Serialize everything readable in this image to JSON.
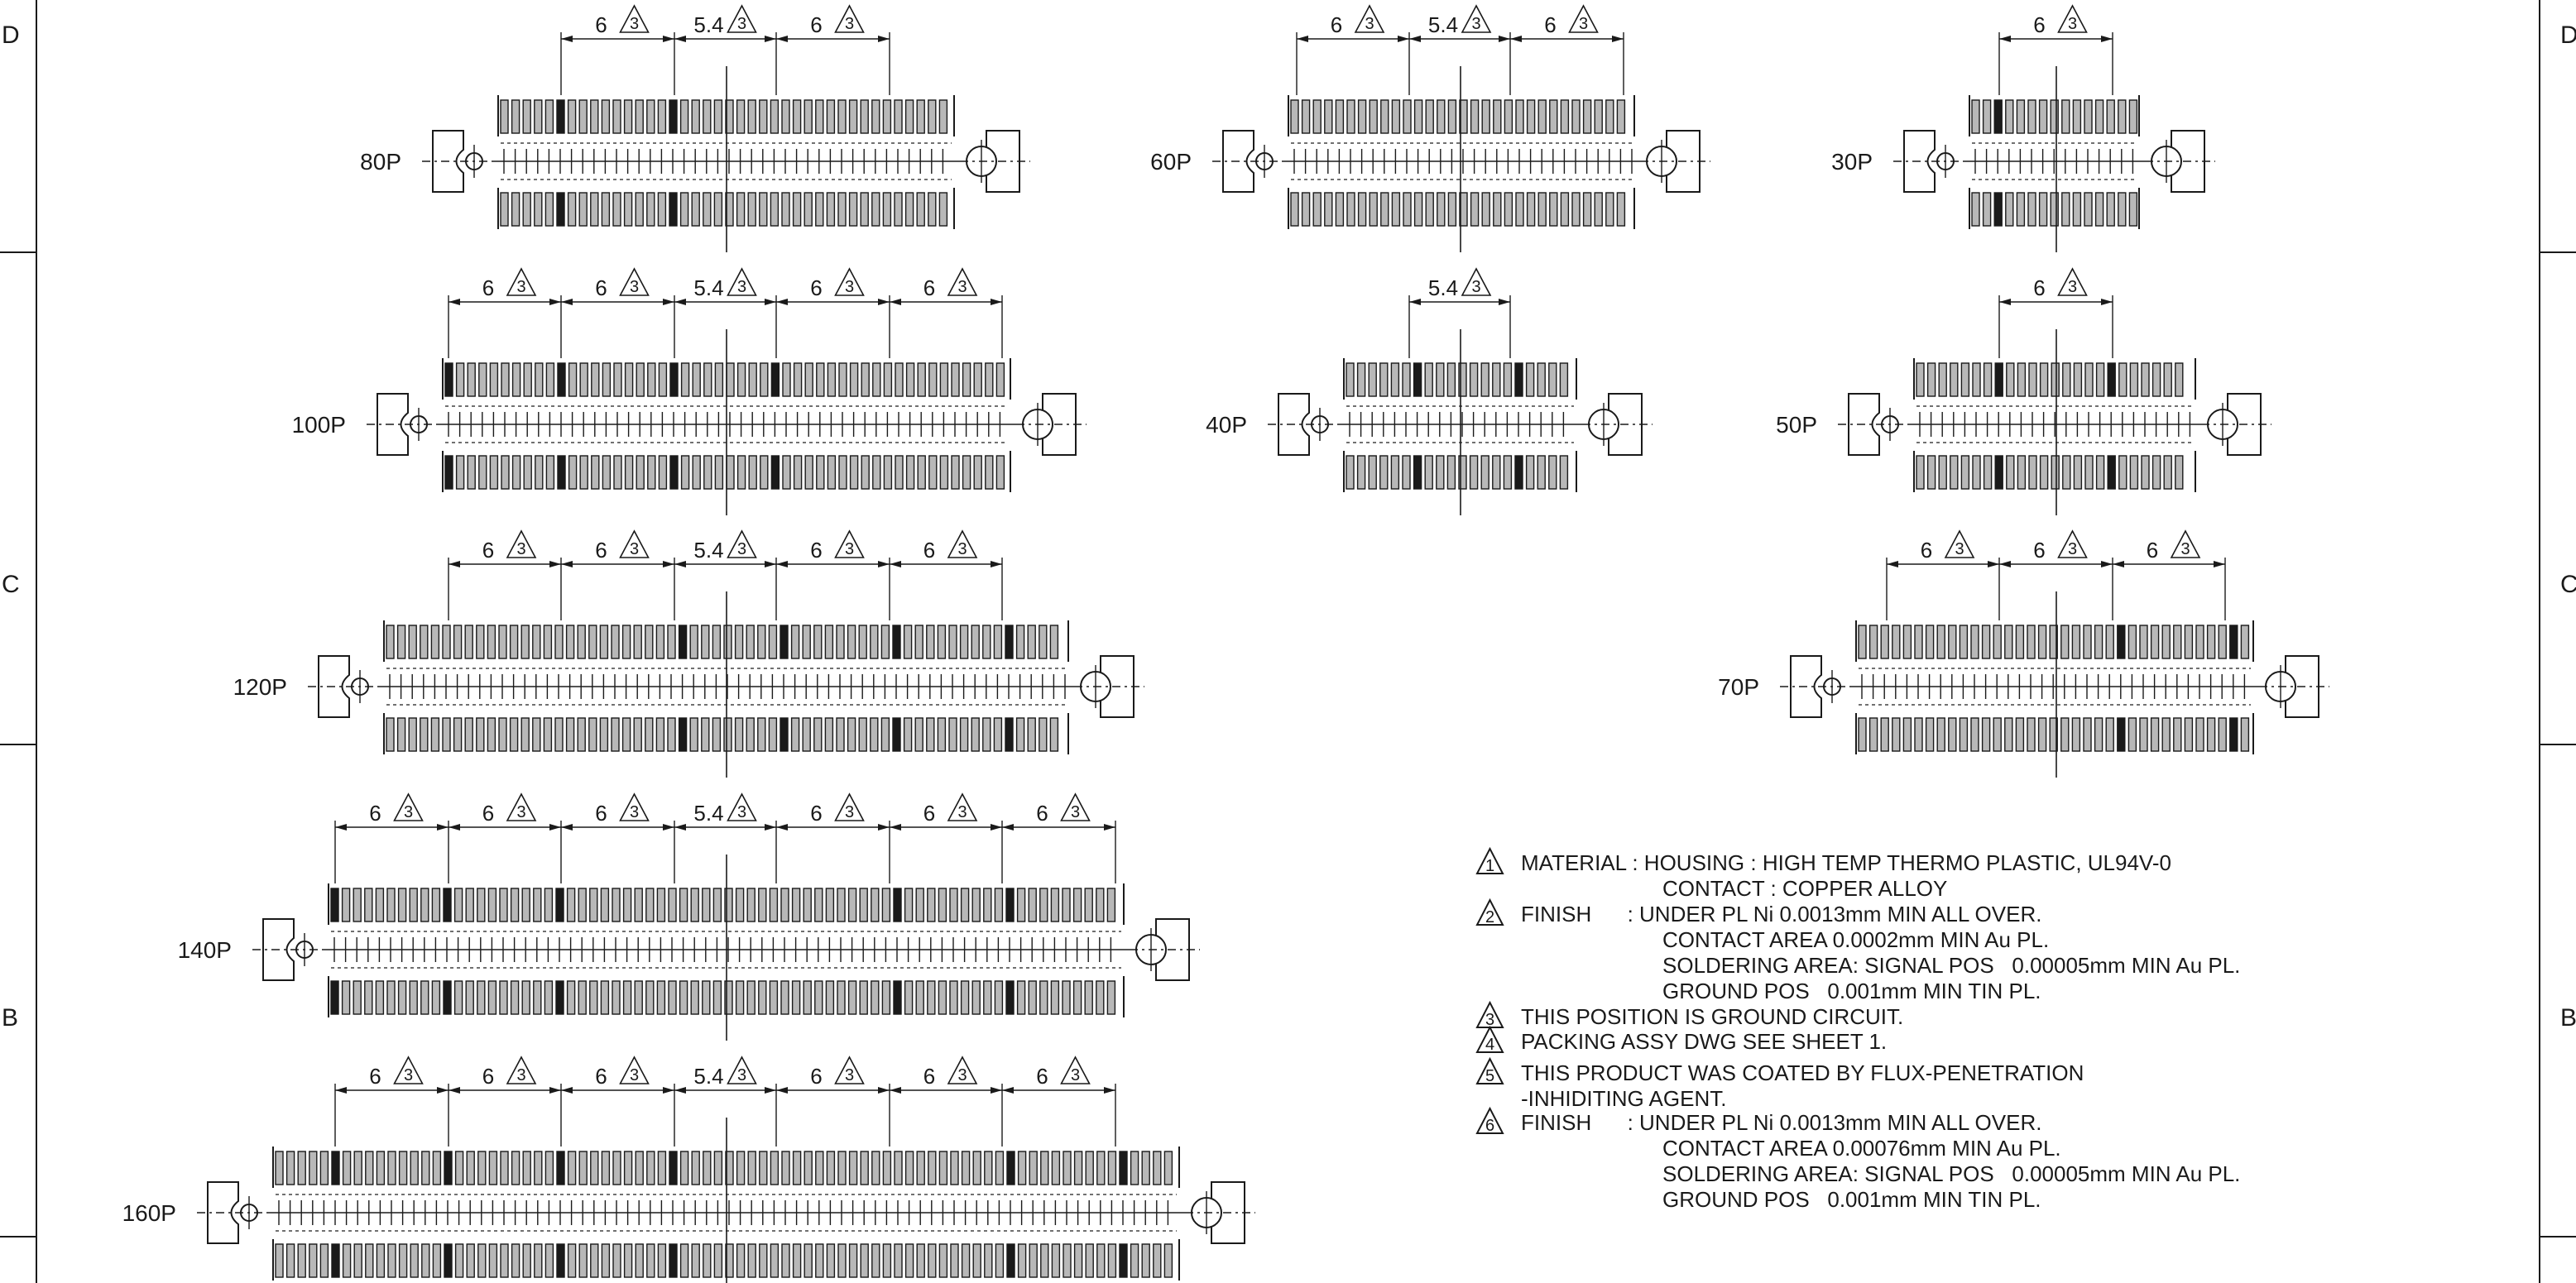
{
  "zone_letters": {
    "left": [
      "D",
      "C",
      "B"
    ],
    "right": [
      "D",
      "C",
      "B"
    ]
  },
  "callout_mark": "3",
  "connectors": [
    {
      "id": "80p",
      "label": "80P",
      "dims": [
        "6",
        "5.4",
        "6"
      ]
    },
    {
      "id": "60p",
      "label": "60P",
      "dims": [
        "6",
        "5.4",
        "6"
      ]
    },
    {
      "id": "30p",
      "label": "30P",
      "dims": [
        "6"
      ]
    },
    {
      "id": "100p",
      "label": "100P",
      "dims": [
        "6",
        "6",
        "5.4",
        "6",
        "6"
      ]
    },
    {
      "id": "40p",
      "label": "40P",
      "dims": [
        "5.4"
      ]
    },
    {
      "id": "50p",
      "label": "50P",
      "dims": [
        "6"
      ]
    },
    {
      "id": "120p",
      "label": "120P",
      "dims": [
        "6",
        "6",
        "5.4",
        "6",
        "6"
      ]
    },
    {
      "id": "70p",
      "label": "70P",
      "dims": [
        "6",
        "6",
        "6"
      ]
    },
    {
      "id": "140p",
      "label": "140P",
      "dims": [
        "6",
        "6",
        "6",
        "5.4",
        "6",
        "6",
        "6"
      ]
    },
    {
      "id": "160p",
      "label": "160P",
      "dims": [
        "6",
        "6",
        "6",
        "5.4",
        "6",
        "6",
        "6"
      ]
    }
  ],
  "notes": [
    {
      "mark": "1",
      "lines": [
        "MATERIAL : HOUSING : HIGH TEMP THERMO PLASTIC, UL94V-0",
        "CONTACT : COPPER ALLOY"
      ]
    },
    {
      "mark": "2",
      "lines": [
        "FINISH      : UNDER PL Ni 0.0013mm MIN ALL OVER.",
        "CONTACT AREA 0.0002mm MIN Au PL.",
        "SOLDERING AREA: SIGNAL POS   0.00005mm MIN Au PL.",
        "GROUND POS   0.001mm MIN TIN PL."
      ]
    },
    {
      "mark": "3",
      "lines": [
        "THIS POSITION IS GROUND CIRCUIT."
      ]
    },
    {
      "mark": "4",
      "lines": [
        "PACKING ASSY DWG SEE SHEET 1."
      ]
    },
    {
      "mark": "5",
      "lines": [
        "THIS PRODUCT WAS COATED BY FLUX-PENETRATION",
        "-INHIDITING AGENT."
      ]
    },
    {
      "mark": "6",
      "lines": [
        "FINISH      : UNDER PL Ni 0.0013mm MIN ALL OVER.",
        "CONTACT AREA 0.00076mm MIN Au PL.",
        "SOLDERING AREA: SIGNAL POS   0.00005mm MIN Au PL.",
        "GROUND POS   0.001mm MIN TIN PL."
      ]
    }
  ]
}
